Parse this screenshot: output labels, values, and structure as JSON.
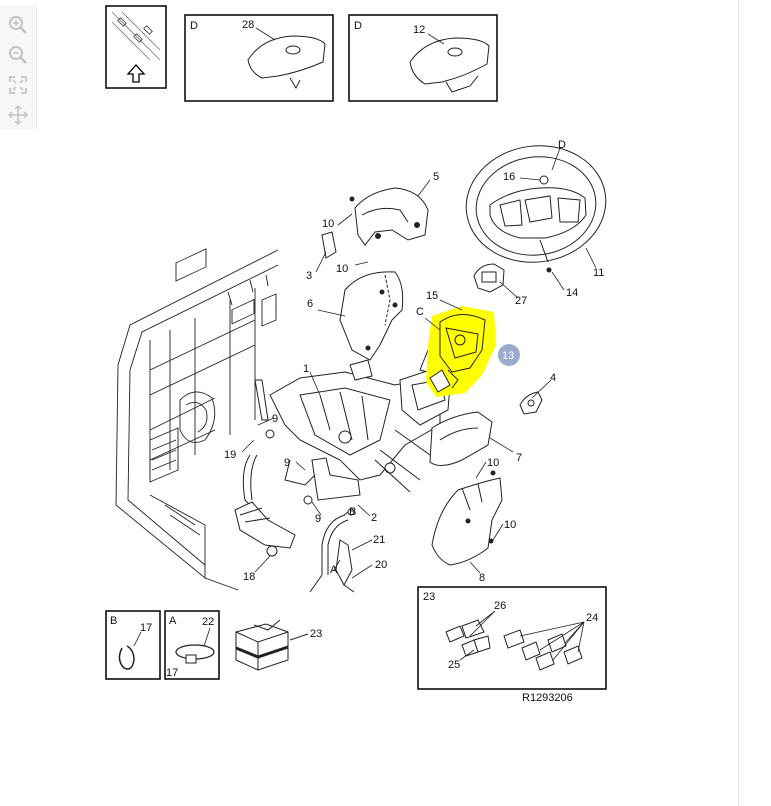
{
  "toolbar": {
    "tools": [
      {
        "icon": "zoom-in-icon"
      },
      {
        "icon": "zoom-out-icon"
      },
      {
        "icon": "fit-screen-icon"
      },
      {
        "icon": "pan-icon"
      }
    ]
  },
  "diagram": {
    "inset_labels": {
      "inset_top_1": "D",
      "inset_top_2": "D",
      "inset_b": "B",
      "inset_a": "A",
      "inset_23": "23"
    },
    "part_labels": {
      "p28": "28",
      "p12": "12",
      "pD": "D",
      "p16": "16",
      "p11": "11",
      "p14": "14",
      "p27": "27",
      "p5": "5",
      "p10a": "10",
      "p3": "3",
      "p10b": "10",
      "p6": "6",
      "p15": "15",
      "pC": "C",
      "p1": "1",
      "p4": "4",
      "p7": "7",
      "p10c": "10",
      "p9a": "9",
      "p19": "19",
      "p9b": "9",
      "pB": "B",
      "p9c": "9",
      "p2": "2",
      "p10d": "10",
      "p21": "21",
      "pA": "A",
      "p20": "20",
      "p18": "18",
      "p8": "8",
      "p17a": "17",
      "p22": "22",
      "p17b": "17",
      "p23": "23",
      "p26": "26",
      "p24": "24",
      "p25": "25"
    },
    "highlight": {
      "label": "13",
      "color": "#ffff00",
      "marker_color": "#8a9cc8"
    },
    "figure_ref": "R1293206"
  }
}
